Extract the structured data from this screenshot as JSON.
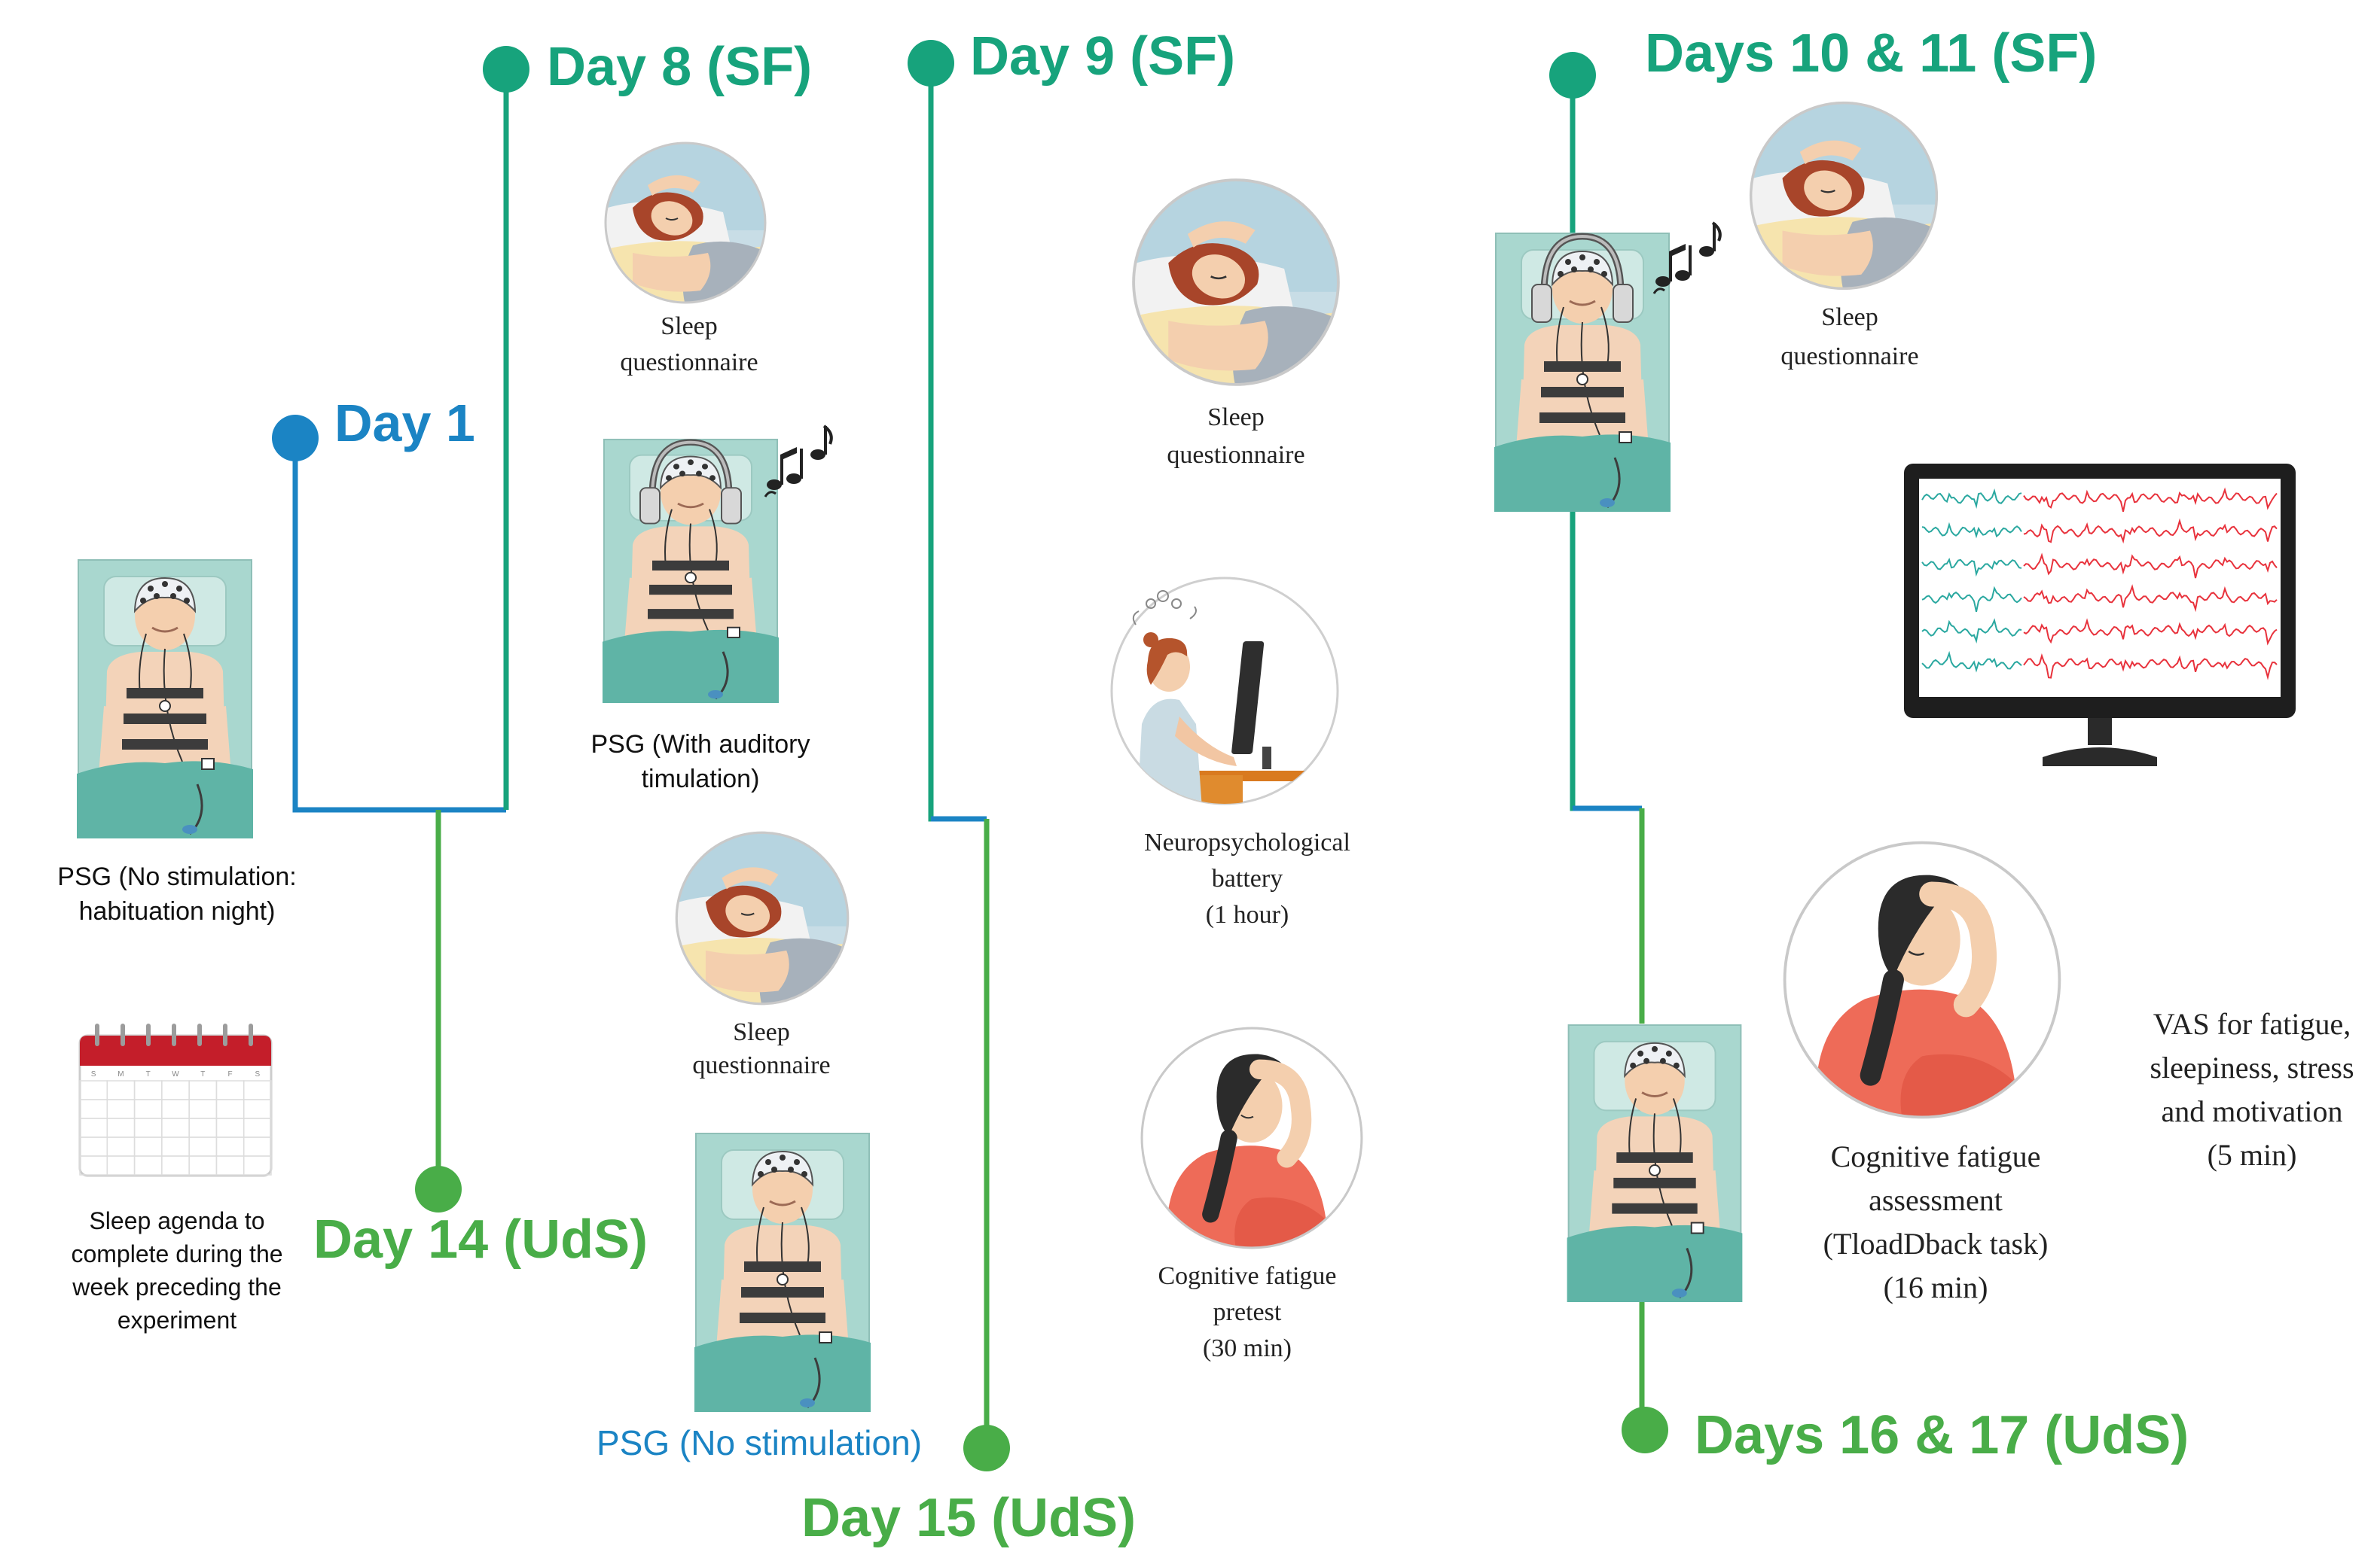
{
  "timeline": {
    "day1": "Day 1",
    "day8": "Day 8 (SF)",
    "day9": "Day 9 (SF)",
    "days10_11": "Days 10 & 11 (SF)",
    "day14": "Day 14 (UdS)",
    "day15": "Day 15 (UdS)",
    "days16_17": "Days 16 & 17 (UdS)"
  },
  "captions": {
    "psg_habituation": [
      "PSG (No stimulation:",
      "habituation night)"
    ],
    "sleep_agenda": [
      "Sleep agenda to",
      "complete during the",
      "week preceding the",
      "experiment"
    ],
    "sleep_q_1": [
      "Sleep",
      "questionnaire"
    ],
    "psg_auditory": [
      "PSG (With auditory",
      "timulation)"
    ],
    "sleep_q_2": [
      "Sleep",
      "questionnaire"
    ],
    "psg_no_stim": "PSG (No stimulation)",
    "sleep_q_3": [
      "Sleep",
      "questionnaire"
    ],
    "neuropsych": [
      "Neuropsychological",
      "battery",
      "(1 hour)"
    ],
    "cog_pretest": [
      "Cognitive fatigue",
      "pretest",
      "(30 min)"
    ],
    "sleep_q_4": [
      "Sleep",
      "questionnaire"
    ],
    "cog_assessment": [
      "Cognitive fatigue",
      "assessment",
      "(TloadDback task)",
      "(16 min)"
    ],
    "vas": [
      "VAS for fatigue,",
      "sleepiness, stress",
      "and motivation",
      "(5 min)"
    ]
  },
  "calendar": {
    "weekdays": [
      "S",
      "M",
      "T",
      "W",
      "T",
      "F",
      "S"
    ]
  },
  "colors": {
    "blue": "#1b84c4",
    "teal": "#17a37c",
    "green": "#49ad48",
    "eeg_teal": "#2aa8a0",
    "eeg_red": "#e8323c"
  }
}
